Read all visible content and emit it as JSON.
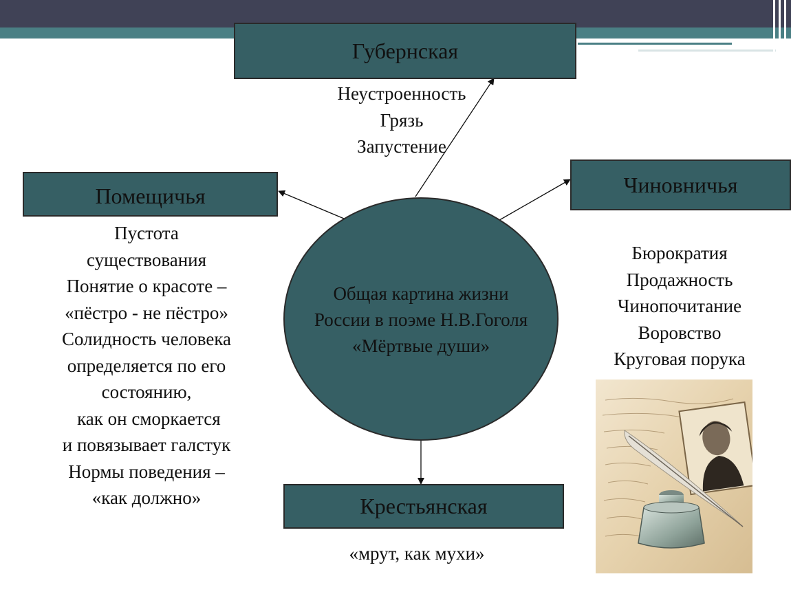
{
  "diagram": {
    "center_lines": [
      "Общая картина жизни",
      "России в поэме Н.В.Гоголя",
      "«Мёртвые души»"
    ],
    "nodes": {
      "top": "Губернская",
      "left": "Помещичья",
      "right": "Чиновничья",
      "bottom": "Крестьянская"
    },
    "top_items": [
      "Неустроенность",
      "Грязь",
      "Запустение"
    ],
    "left_items": [
      "Пустота",
      "существования",
      "Понятие о красоте –",
      "«пёстро - не пёстро»",
      "Солидность человека",
      "определяется по его",
      "состоянию,",
      " как он сморкается",
      "и повязывает галстук",
      "Нормы поведения –",
      "«как должно»"
    ],
    "right_items": [
      "Бюрократия",
      "Продажность",
      "Чинопочитание",
      "Воровство",
      "Круговая порука"
    ],
    "bottom_items": [
      "«мрут, как мухи»"
    ]
  },
  "colors": {
    "box_fill": "#365f64",
    "header_dark": "#404256",
    "header_teal": "#4a7f84",
    "outline": "#2a2a2a"
  }
}
